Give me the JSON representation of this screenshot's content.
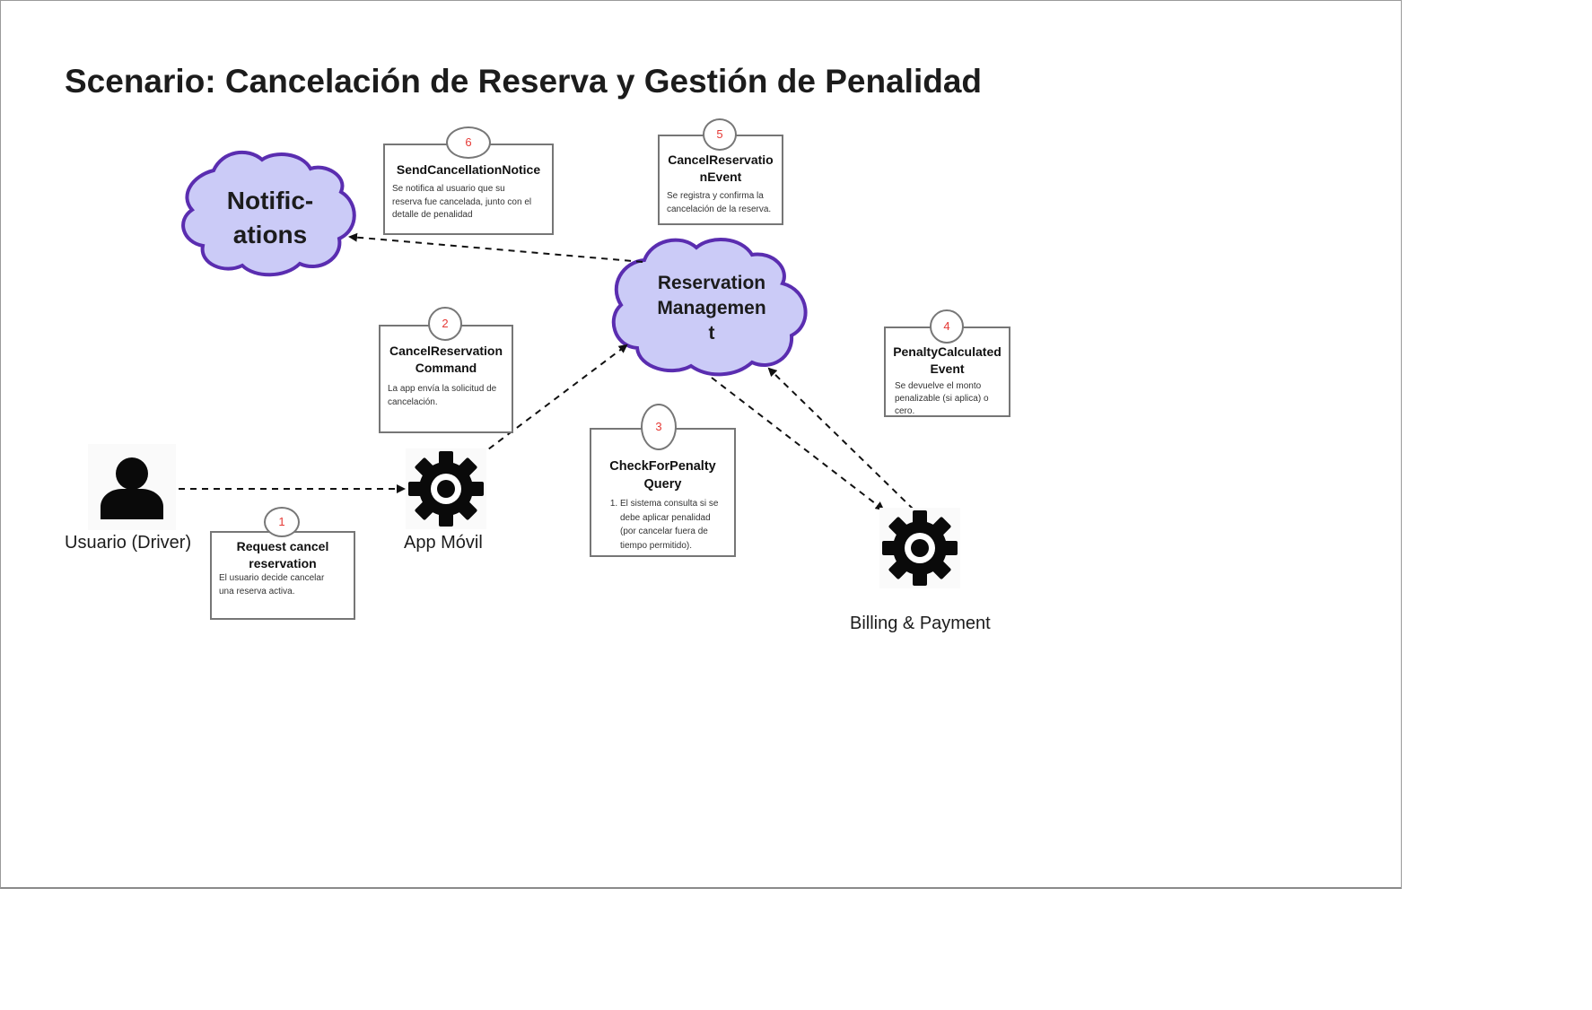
{
  "title": "Scenario: Cancelación de Reserva y Gestión de Penalidad",
  "clouds": {
    "notifications": "Notific-\nations",
    "reservation": "Reservation\nManagemen\nt"
  },
  "actors": {
    "user": "Usuario (Driver)",
    "app": "App Móvil",
    "billing": "Billing & Payment"
  },
  "steps": [
    {
      "number": "1",
      "title": "Request cancel\nreservation",
      "text": "El usuario decide cancelar\nuna reserva activa."
    },
    {
      "number": "2",
      "title": "CancelReservation\nCommand",
      "text": "La app envía la solicitud de\ncancelación."
    },
    {
      "number": "3",
      "title": "CheckForPenalty\nQuery",
      "text": "El sistema consulta si se debe aplicar penalidad (por cancelar fuera de tiempo permitido)."
    },
    {
      "number": "4",
      "title": "PenaltyCalculated\nEvent",
      "text": "Se devuelve el monto\npenalizable (si aplica) o\ncero."
    },
    {
      "number": "5",
      "title": "CancelReservatio\nnEvent",
      "text": "Se registra y confirma la\ncancelación de la reserva."
    },
    {
      "number": "6",
      "title": "SendCancellationNotice",
      "text": "Se notifica al usuario que su\nreserva fue cancelada, junto con el\ndetalle de penalidad"
    }
  ],
  "colors": {
    "cloud_fill": "#cbcbf7",
    "cloud_stroke": "#5a2db0",
    "badge_number": "#e53935",
    "card_border": "#767676"
  },
  "icons": {
    "user": "person-icon",
    "app": "gear-icon",
    "billing": "gear-icon"
  }
}
